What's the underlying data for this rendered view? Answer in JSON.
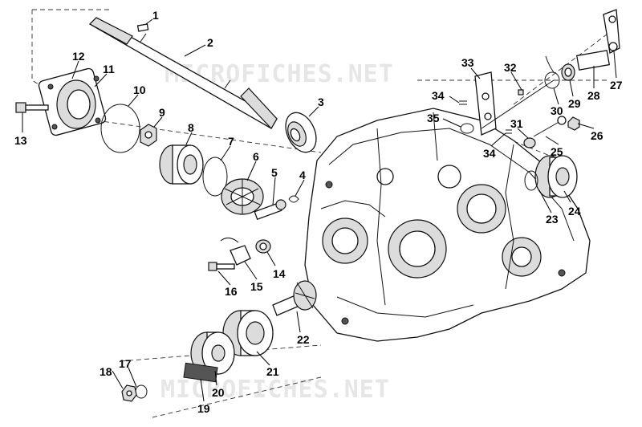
{
  "watermarks": [
    "MICROFICHES.NET",
    "MICROFICHES.NET"
  ],
  "callouts": [
    "1",
    "2",
    "3",
    "4",
    "5",
    "6",
    "7",
    "8",
    "9",
    "10",
    "11",
    "12",
    "13",
    "14",
    "15",
    "16",
    "17",
    "18",
    "19",
    "20",
    "21",
    "22",
    "23",
    "24",
    "25",
    "26",
    "27",
    "28",
    "29",
    "30",
    "31",
    "32",
    "33",
    "34",
    "34",
    "35"
  ]
}
